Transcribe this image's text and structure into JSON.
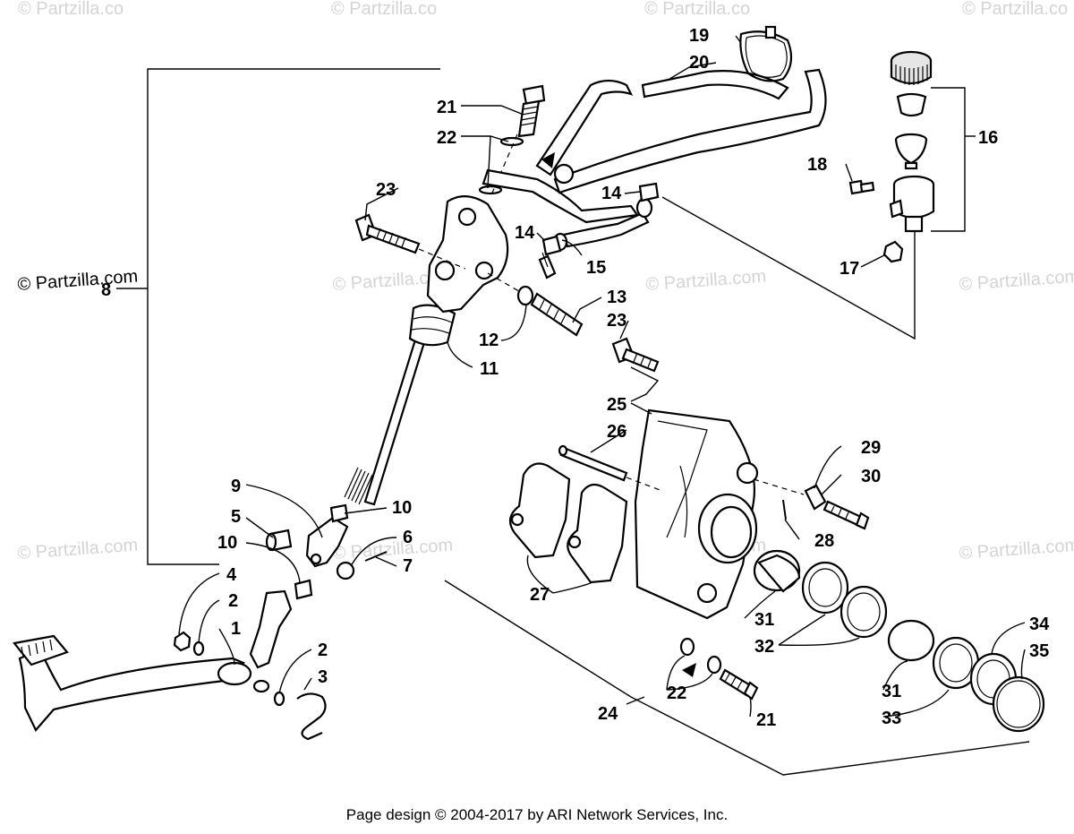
{
  "watermark_text": "© Partzilla.com",
  "watermark_corner_text": "© Partzilla.co",
  "footer": "Page design © 2004-2017 by ARI Network Services, Inc.",
  "callouts": {
    "c1": "1",
    "c2a": "2",
    "c2b": "2",
    "c3": "3",
    "c4": "4",
    "c5": "5",
    "c6": "6",
    "c7": "7",
    "c8": "8",
    "c9": "9",
    "c10a": "10",
    "c10b": "10",
    "c11": "11",
    "c12": "12",
    "c13": "13",
    "c14a": "14",
    "c14b": "14",
    "c15": "15",
    "c16": "16",
    "c17": "17",
    "c18": "18",
    "c19": "19",
    "c20": "20",
    "c21a": "21",
    "c21b": "21",
    "c22a": "22",
    "c22b": "22",
    "c23a": "23",
    "c23b": "23",
    "c24": "24",
    "c25": "25",
    "c26": "26",
    "c27": "27",
    "c28": "28",
    "c29": "29",
    "c30": "30",
    "c31a": "31",
    "c31b": "31",
    "c32": "32",
    "c33": "33",
    "c34": "34",
    "c35": "35"
  }
}
